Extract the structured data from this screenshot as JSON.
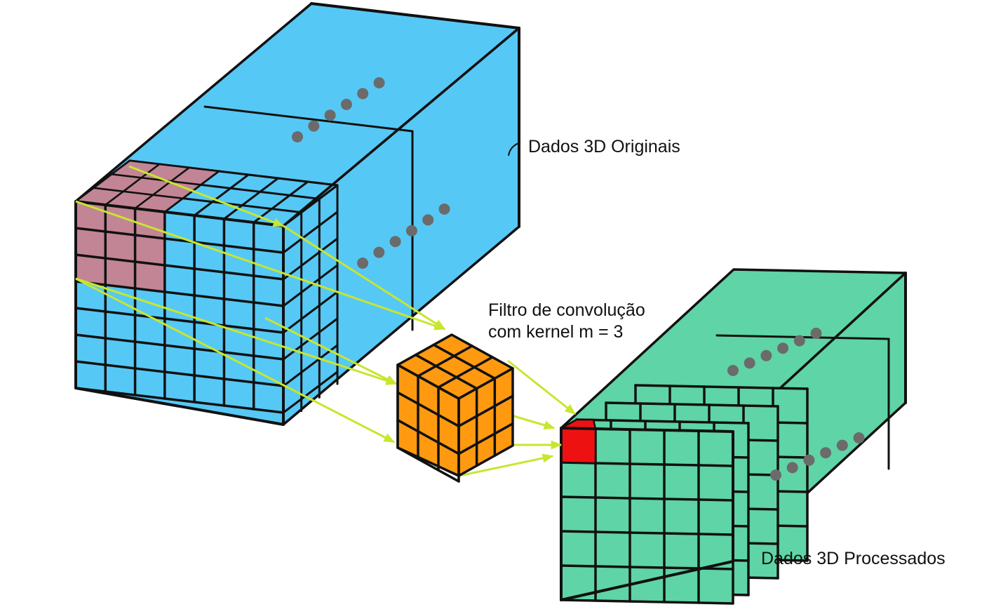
{
  "labels": {
    "original": "Dados 3D Originais",
    "filter_line1": "Filtro de convolução",
    "filter_line2": "com kernel m = 3",
    "processed": "Dados 3D Processados"
  },
  "structure": {
    "input_grid": 7,
    "input_highlight": 3,
    "kernel_size": 3,
    "output_grid": 5,
    "dots_per_row": 6
  },
  "colors": {
    "input_fill": "#56c8f5",
    "input_highlight": "#c28595",
    "kernel_fill": "#ff9a10",
    "output_fill": "#5fd4a6",
    "output_highlight": "#ee1111",
    "arrow": "#c8e62e",
    "stroke": "#111111",
    "dot": "#6b6b6b"
  }
}
